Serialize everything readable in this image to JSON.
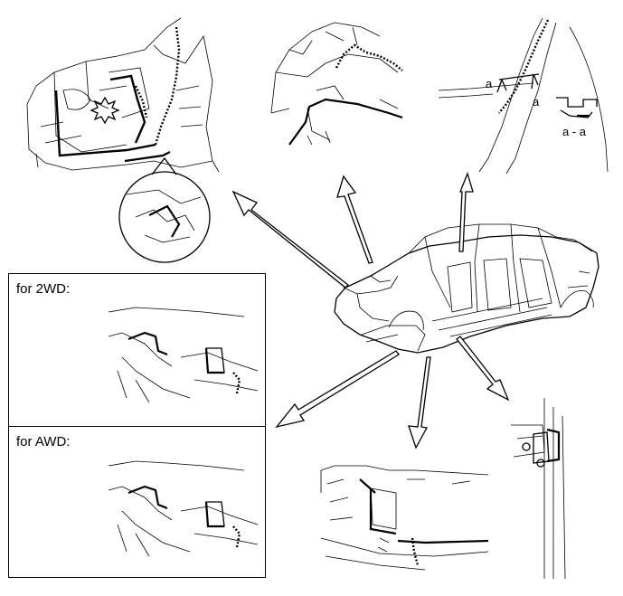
{
  "panels": {
    "two_wd": {
      "label": "for 2WD:"
    },
    "awd": {
      "label": "for AWD:"
    }
  },
  "section": {
    "cut_mark_left": "a",
    "cut_mark_right": "a",
    "section_label": "a - a"
  }
}
